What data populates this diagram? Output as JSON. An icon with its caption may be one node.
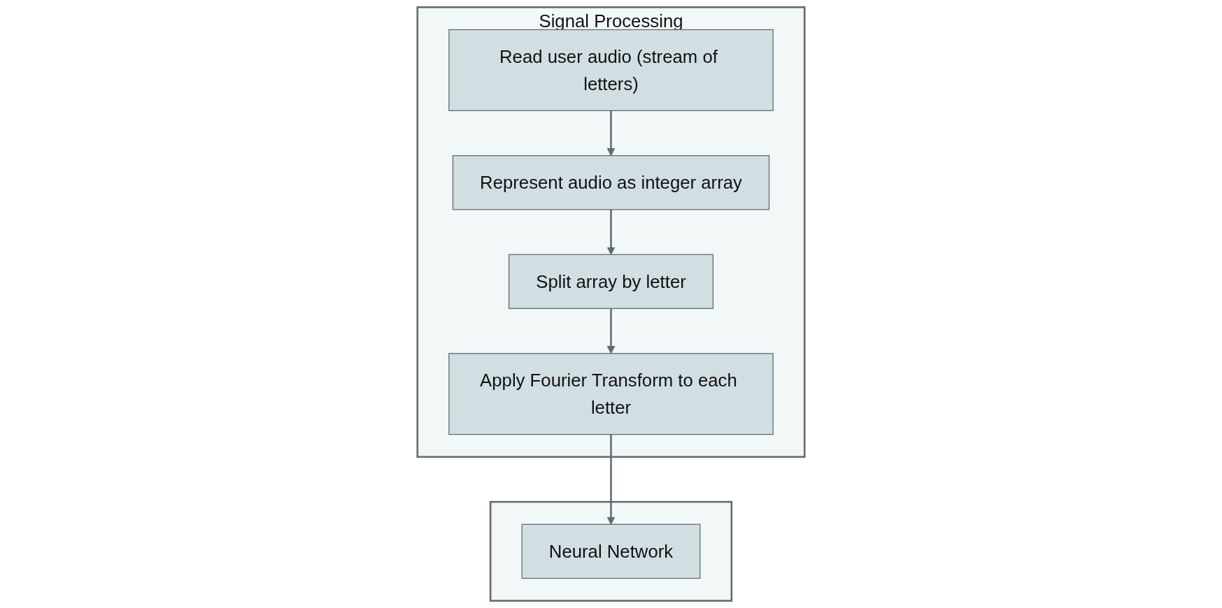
{
  "diagram": {
    "nodes": [
      {
        "text": [
          "Signal Processing"
        ]
      },
      {
        "text": [
          "Read user audio (stream of letters)"
        ],
        "in": 0
      },
      {
        "text": [
          "Represent audio as integer array"
        ],
        "in": 0
      },
      {
        "text": [
          "Split array by letter"
        ],
        "in": 0
      },
      {
        "text": [
          "Apply Fourier Transform to each letter"
        ],
        "in": 0
      },
      {
        "text": [],
        "shape": "box"
      },
      {
        "text": [
          "Neural Network"
        ],
        "in": 5
      }
    ],
    "edges": [
      {
        "from": 1,
        "to": 2,
        "arrow": "to"
      },
      {
        "from": 2,
        "to": 3,
        "arrow": "to"
      },
      {
        "from": 3,
        "to": 4,
        "arrow": "to"
      },
      {
        "from": 4,
        "to": 6,
        "arrow": "to"
      }
    ]
  }
}
